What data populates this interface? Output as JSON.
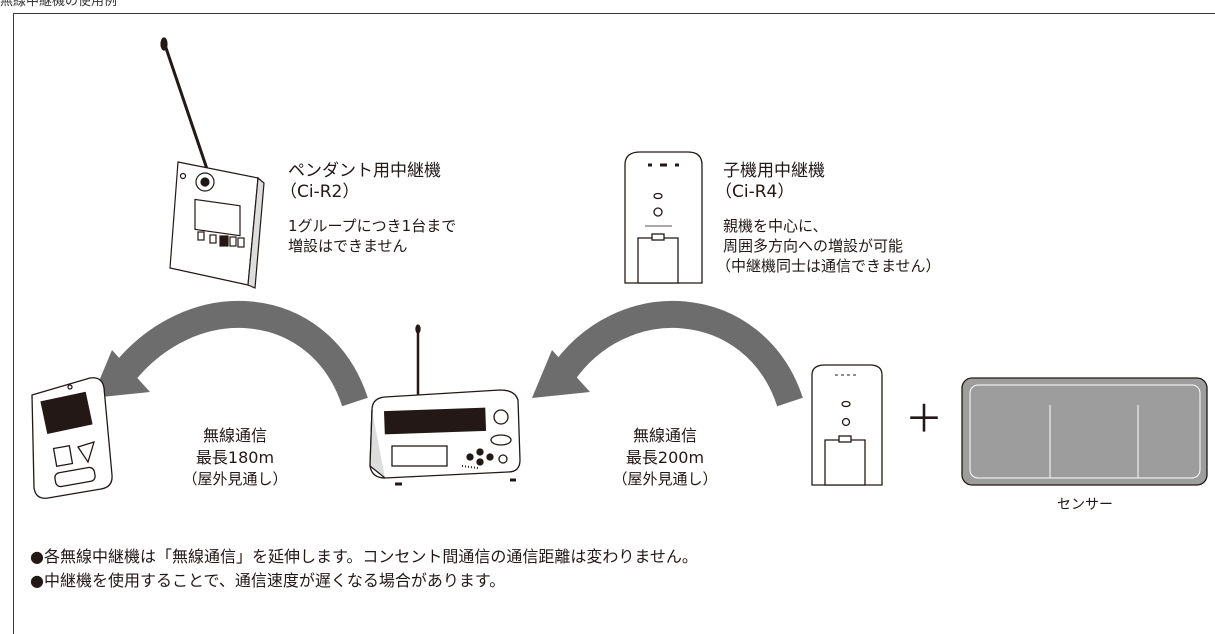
{
  "header_fragment": "無線中継機の使用例",
  "pendant_relay": {
    "name": "ペンダント用中継機",
    "model": "（Ci-R2）",
    "note_line1": "1グループにつき1台まで",
    "note_line2": "増設はできません"
  },
  "unit_relay": {
    "name": "子機用中継機",
    "model": "（Ci-R4）",
    "note_line1": "親機を中心に、",
    "note_line2": "周囲多方向への増設が可能",
    "note_line3": "（中継機同士は通信できません）"
  },
  "link_left": {
    "line1": "無線通信",
    "line2": "最長180m",
    "line3": "（屋外見通し）"
  },
  "link_right": {
    "line1": "無線通信",
    "line2": "最長200m",
    "line3": "（屋外見通し）"
  },
  "plus_sign": "＋",
  "sensor_label": "センサー",
  "notes": [
    "●各無線中継機は「無線通信」を延伸します。コンセント間通信の通信距離は変わりません。",
    "●中継機を使用することで、通信速度が遅くなる場合があります。"
  ],
  "colors": {
    "arrow": "#6d6d6d",
    "device_fill": "#ffffff",
    "device_stroke": "#231815",
    "sensor_fill": "#9d9d9d"
  }
}
